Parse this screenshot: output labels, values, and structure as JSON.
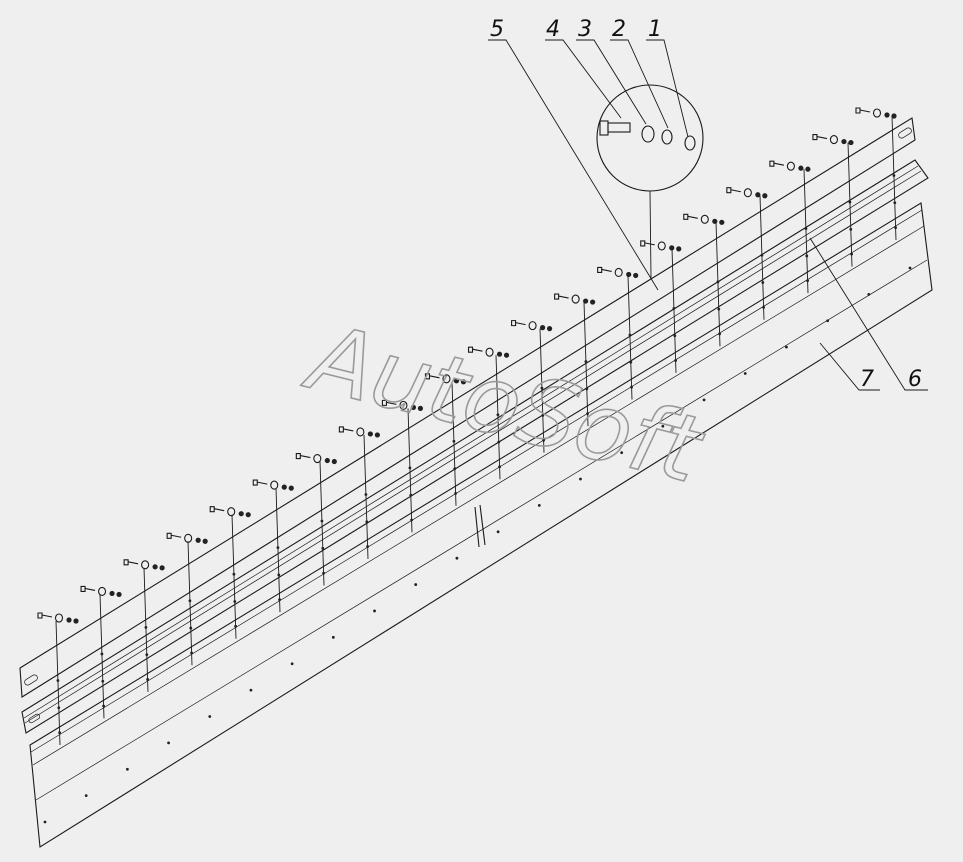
{
  "callouts": [
    {
      "label": "5"
    },
    {
      "label": "4"
    },
    {
      "label": "3"
    },
    {
      "label": "2"
    },
    {
      "label": "1"
    },
    {
      "label": "7"
    },
    {
      "label": "6"
    }
  ],
  "watermark": {
    "text": "AutoSoft"
  },
  "colors": {
    "background": "#efefef",
    "line": "#1a1a1a",
    "watermark": "#9a9a9a"
  }
}
